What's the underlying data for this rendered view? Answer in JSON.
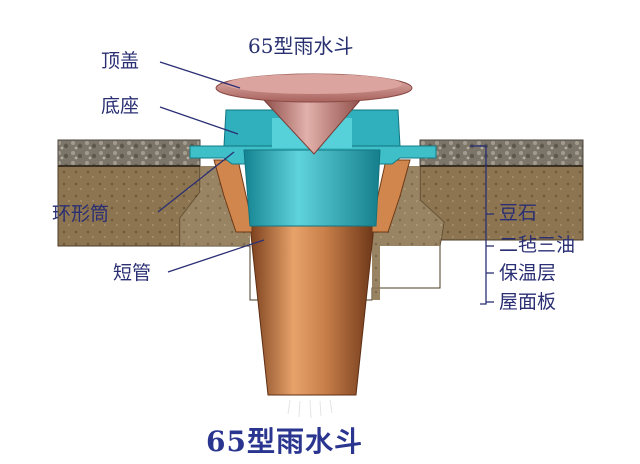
{
  "title_top": "65型雨水斗",
  "title_bottom": "65型雨水斗",
  "labels_left": {
    "cap": "顶盖",
    "base": "底座",
    "ring": "环形筒",
    "short_pipe": "短管"
  },
  "labels_right": [
    "豆石",
    "二毡三油",
    "保温层",
    "屋面板"
  ],
  "colors": {
    "cap": "#c98a86",
    "cyan": "#31b6c2",
    "pipe": "#c9804a",
    "roof_slab": "#8a7350",
    "gravel": "#7a7468",
    "leader_line": "#2a2f73"
  }
}
